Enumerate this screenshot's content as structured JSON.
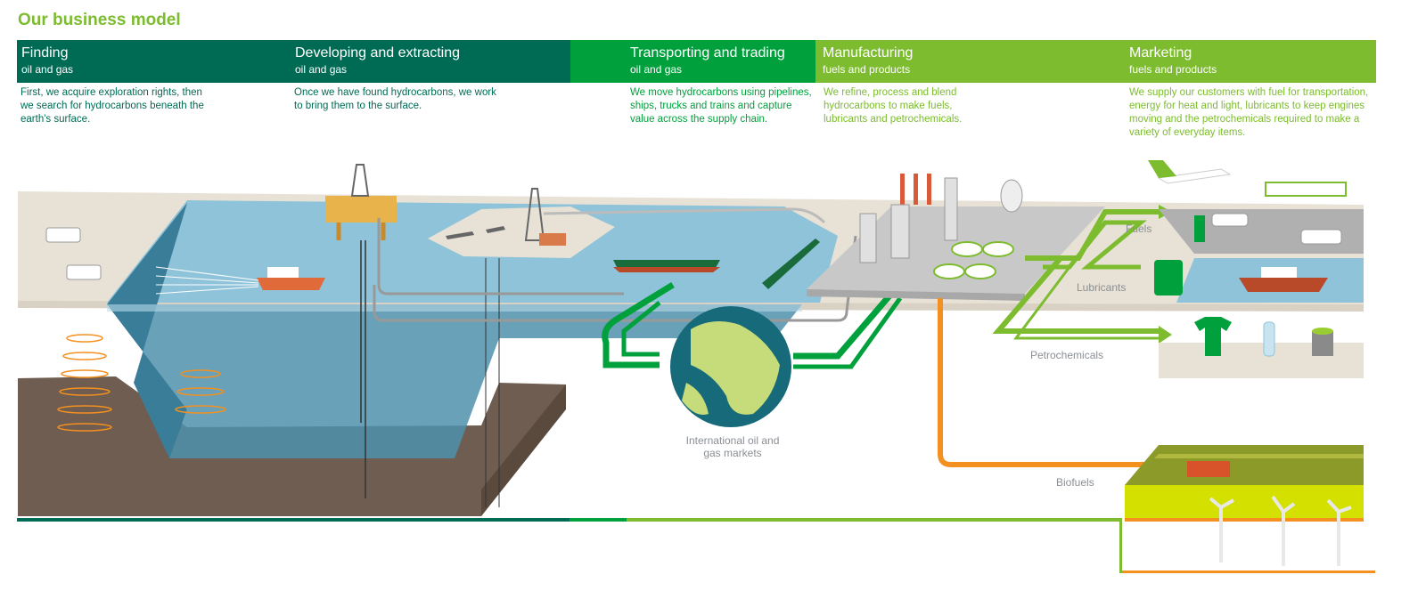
{
  "title": "Our business model",
  "stages": [
    {
      "name": "Finding",
      "sub": "oil and gas",
      "desc": "First, we acquire exploration rights, then we search for hydrocarbons beneath the earth's surface."
    },
    {
      "name": "Developing and extracting",
      "sub": "oil and gas",
      "desc": "Once we have found hydrocarbons, we work to bring them to the surface."
    },
    {
      "name": "Transporting and trading",
      "sub": "oil and gas",
      "desc": "We move hydrocarbons using pipelines, ships, trucks and trains and capture value across the supply chain."
    },
    {
      "name": "Manufacturing",
      "sub": "fuels and products",
      "desc": "We refine, process and blend hydrocarbons to make fuels, lubricants and petrochemicals."
    },
    {
      "name": "Marketing",
      "sub": "fuels and products",
      "desc": "We supply our customers with fuel for transportation, energy for heat and light, lubricants to keep engines moving and the petrochemicals required to make a variety of everyday items."
    }
  ],
  "labels": {
    "markets": "International oil and gas markets",
    "fuels": "Fuels",
    "lubricants": "Lubricants",
    "petrochemicals": "Petrochemicals",
    "biofuels": "Biofuels"
  },
  "colors": {
    "dark_teal": "#006b54",
    "green": "#00a03c",
    "light_green": "#7cbc2e",
    "orange": "#f39020",
    "water": "#8fc3d9",
    "deep_water": "#4f90ac",
    "land": "#e8e2d6",
    "rock": "#6e5d50"
  }
}
